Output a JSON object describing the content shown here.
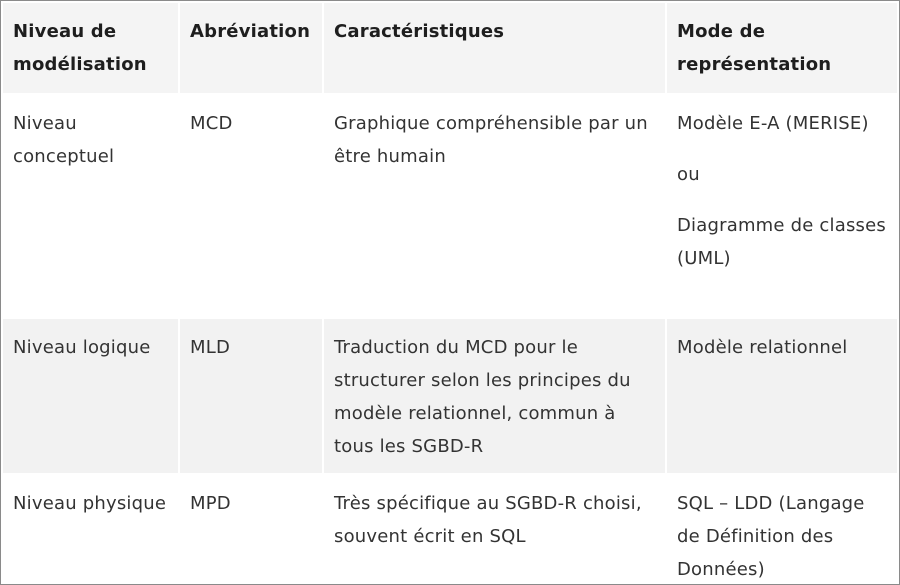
{
  "table": {
    "headers": [
      "Niveau de modélisation",
      "Abréviation",
      "Caractéristiques",
      "Mode de représentation"
    ],
    "rows": [
      {
        "level": "Niveau conceptuel",
        "abbr": "MCD",
        "features": "Graphique compréhensible par un être humain",
        "representation": [
          "Modèle E-A (MERISE)",
          "ou",
          "Diagramme de classes (UML)"
        ]
      },
      {
        "level": "Niveau logique",
        "abbr": "MLD",
        "features": "Traduction du MCD pour le structurer selon les principes du modèle relationnel, commun à tous les SGBD-R",
        "representation": [
          "Modèle relationnel"
        ]
      },
      {
        "level": "Niveau physique",
        "abbr": "MPD",
        "features": "Très spécifique au SGBD-R choisi, souvent écrit en SQL",
        "representation": [
          "SQL – LDD (Langage de Définition des Données)"
        ]
      }
    ]
  }
}
